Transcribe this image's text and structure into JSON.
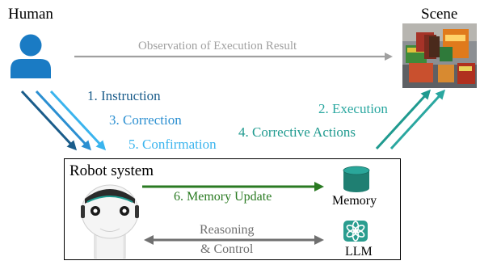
{
  "labels": {
    "human": "Human",
    "scene": "Scene",
    "observation": "Observation of Execution Result",
    "instruction": "1. Instruction",
    "correction": "3. Correction",
    "confirmation": "5. Confirmation",
    "execution": "2. Execution",
    "corrective_actions": "4. Corrective Actions",
    "robot_system": "Robot system",
    "memory_update": "6. Memory Update",
    "memory": "Memory",
    "reasoning": "Reasoning",
    "control": "& Control",
    "llm": "LLM"
  },
  "colors": {
    "instruction": "#1a5c8a",
    "correction": "#2b8fd1",
    "confirmation": "#3ab4ee",
    "execution": "#2aa7a0",
    "corrective": "#1f9a8f",
    "memory_update": "#2a7a22",
    "memory_icon": "#1f7f72",
    "llm_icon": "#2a9d8f",
    "observation": "#a0a0a0",
    "reasoning": "#707070",
    "human_icon": "#1a7bc4"
  },
  "icons": {
    "human": "person-icon",
    "scene": "scene-photo",
    "robot": "robot-head-icon",
    "memory": "database-icon",
    "llm": "openai-logo-icon"
  }
}
